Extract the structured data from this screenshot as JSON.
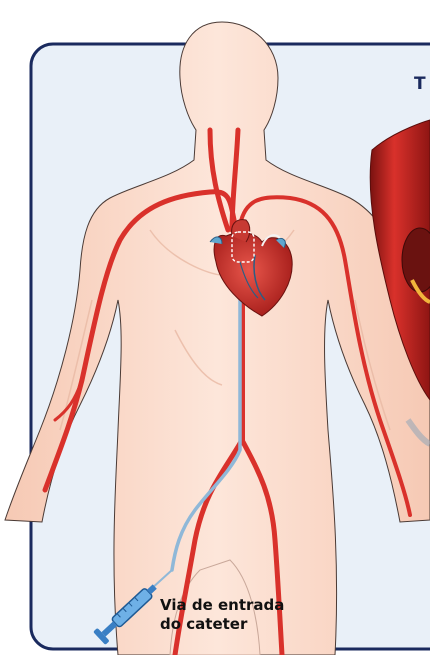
{
  "panel_title_fragment": "T",
  "entry_label": {
    "line1": "Via de entrada",
    "line2": "do cateter"
  },
  "colors": {
    "frame": "#1a2a5e",
    "panel_bg": "#e9f0f8",
    "skin": "#f9d9c8",
    "artery": "#d9312b",
    "catheter": "#8fb8d8",
    "syringe": "#3a7fc4"
  }
}
